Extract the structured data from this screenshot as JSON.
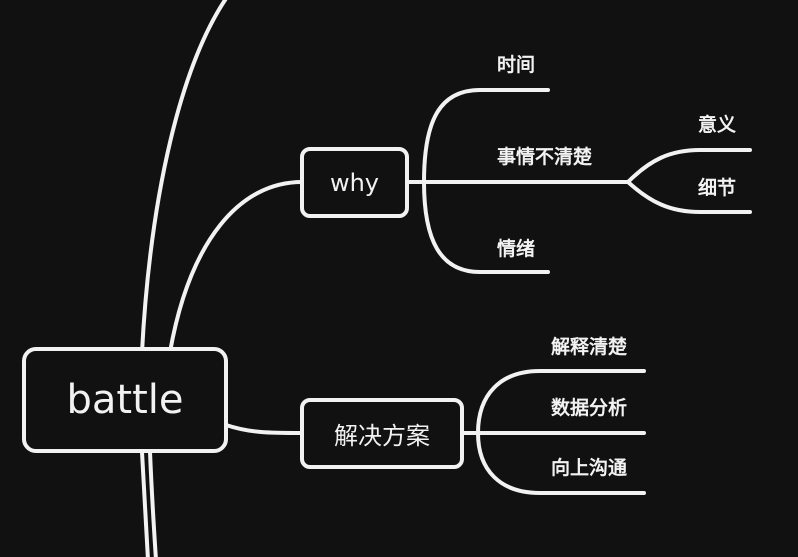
{
  "colors": {
    "background": "#111111",
    "stroke": "#f2f2f2",
    "text": "#f2f2f2"
  },
  "root": {
    "label": "battle"
  },
  "branches": [
    {
      "label": "why",
      "children": [
        {
          "label": "时间"
        },
        {
          "label": "事情不清楚",
          "children": [
            {
              "label": "意义"
            },
            {
              "label": "细节"
            }
          ]
        },
        {
          "label": "情绪"
        }
      ]
    },
    {
      "label": "解决方案",
      "children": [
        {
          "label": "解释清楚"
        },
        {
          "label": "数据分析"
        },
        {
          "label": "向上沟通"
        }
      ]
    }
  ]
}
